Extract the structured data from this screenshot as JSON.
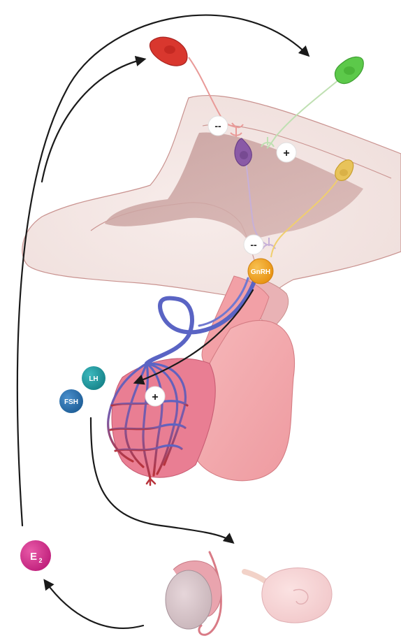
{
  "labels": {
    "gnrh": "GnRH",
    "lh": "LH",
    "fsh": "FSH",
    "estradiol_base": "E",
    "estradiol_sub": "2"
  },
  "signs": {
    "red_neuron": "--",
    "green_neuron": "+",
    "purple_neuron": "--",
    "pituitary": "+"
  },
  "colors": {
    "red_neuron": "#d9372e",
    "green_neuron": "#5cc94a",
    "purple_neuron": "#8a5aa6",
    "yellow_neuron": "#e8c35a",
    "gnrh": "#f0a21e",
    "lh": "#1f9aa0",
    "fsh": "#2a6fad",
    "estradiol": "#d12d8a",
    "portal_vein": "#5a64c4",
    "artery": "#b8333b",
    "pituitary": "#f2a4a8",
    "hypothalamus": "#f3e6e4"
  }
}
